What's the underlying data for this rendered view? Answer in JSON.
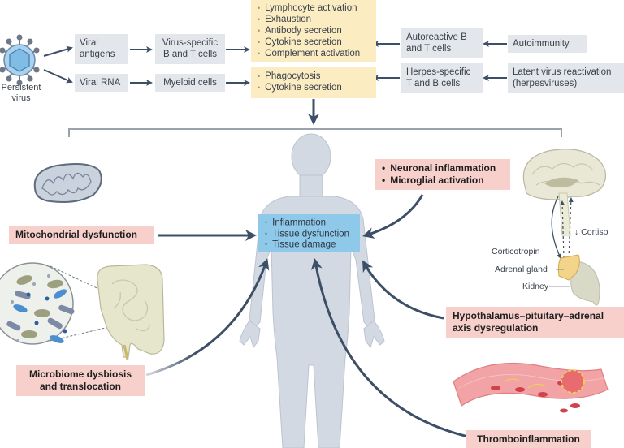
{
  "virus": {
    "label_line1": "Persistent",
    "label_line2": "virus"
  },
  "top_flow": {
    "row1": {
      "input": [
        "Viral",
        "antigens"
      ],
      "cells": [
        "Virus-specific",
        "B and T cells"
      ],
      "effects": [
        "Lymphocyte activation",
        "Exhaustion",
        "Antibody secretion",
        "Cytokine secretion",
        "Complement activation"
      ],
      "right_cells": [
        "Autoreactive B",
        "and T cells"
      ],
      "right_source": "Autoimmunity"
    },
    "row2": {
      "input": "Viral RNA",
      "cells": "Myeloid cells",
      "effects": [
        "Phagocytosis",
        "Cytokine secretion"
      ],
      "right_cells": [
        "Herpes-specific",
        "T and B cells"
      ],
      "right_source": [
        "Latent virus reactivation",
        "(herpesviruses)"
      ]
    }
  },
  "center": {
    "effects": [
      "Inflammation",
      "Tissue dysfunction",
      "Tissue damage"
    ]
  },
  "factors": {
    "mitochondrial": "Mitochondrial dysfunction",
    "microbiome": [
      "Microbiome dysbiosis",
      "and translocation"
    ],
    "neuronal": [
      "Neuronal inflammation",
      "Microglial activation"
    ],
    "hpa": [
      "Hypothalamus–pituitary–adrenal",
      "axis dysregulation"
    ],
    "thrombo": "Thromboinflammation"
  },
  "hpa_labels": {
    "cortisol": "↓ Cortisol",
    "corticotropin": "Corticotropin",
    "adrenal": "Adrenal gland",
    "kidney": "Kidney"
  },
  "colors": {
    "arrow": "#3d4f66",
    "grey_box": "#e3e6ea",
    "yellow_box": "#fbecc2",
    "blue_box": "#8ec9ea",
    "pink_box": "#f7cfcb",
    "body": "#d3d9e2"
  }
}
